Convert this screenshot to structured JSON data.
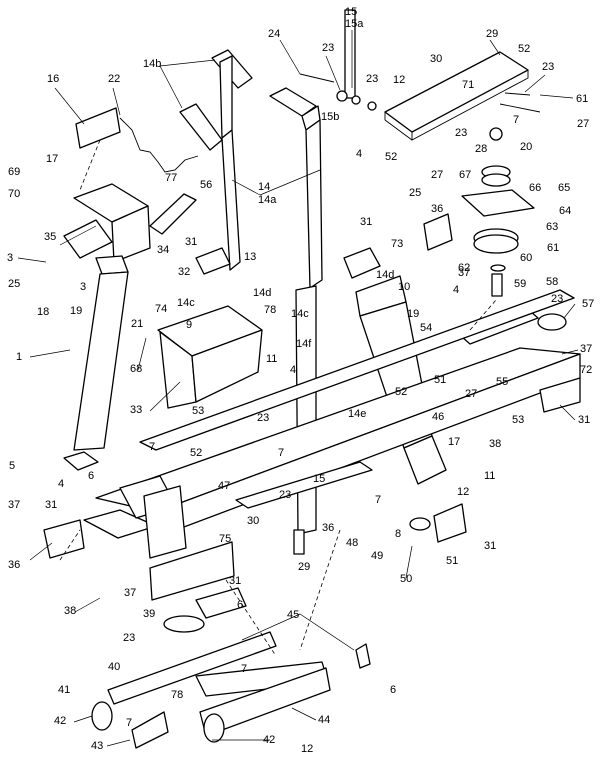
{
  "page_number": "12",
  "callouts": [
    "15",
    "15a",
    "24",
    "23",
    "23",
    "12",
    "29",
    "30",
    "52",
    "23",
    "61",
    "27",
    "14b",
    "22",
    "16",
    "71",
    "7",
    "15b",
    "4",
    "52",
    "23",
    "28",
    "20",
    "27",
    "25",
    "17",
    "69",
    "77",
    "70",
    "56",
    "14",
    "14a",
    "67",
    "66",
    "65",
    "64",
    "36",
    "35",
    "73",
    "63",
    "34",
    "31",
    "13",
    "31",
    "14d",
    "61",
    "62",
    "60",
    "3",
    "25",
    "3",
    "18",
    "19",
    "32",
    "14c",
    "14d",
    "14c",
    "10",
    "4",
    "59",
    "58",
    "23",
    "57",
    "9",
    "74",
    "78",
    "37",
    "19",
    "21",
    "1",
    "68",
    "11",
    "4",
    "14f",
    "54",
    "51",
    "55",
    "37",
    "72",
    "52",
    "27",
    "33",
    "53",
    "14e",
    "53",
    "31",
    "46",
    "23",
    "7",
    "52",
    "17",
    "38",
    "7",
    "5",
    "6",
    "11",
    "12",
    "47",
    "4",
    "23",
    "15",
    "7",
    "37",
    "31",
    "30",
    "36",
    "8",
    "75",
    "29",
    "48",
    "49",
    "51",
    "31",
    "36",
    "50",
    "37",
    "38",
    "31",
    "6",
    "39",
    "45",
    "23",
    "40",
    "6",
    "7",
    "41",
    "78",
    "42",
    "7",
    "44",
    "43",
    "42"
  ]
}
